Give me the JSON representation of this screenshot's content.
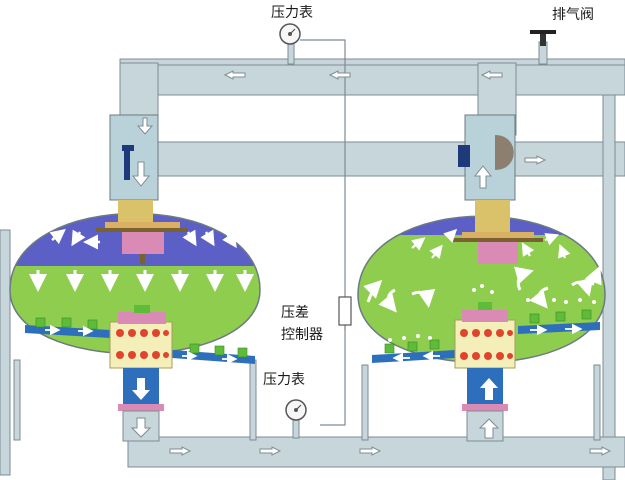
{
  "labels": {
    "pressure_gauge_top": "压力表",
    "exhaust_valve": "排气阀",
    "pressure_diff_controller": "压差\n控制器",
    "pressure_gauge_bottom": "压力表"
  },
  "colors": {
    "pipe": "#c7d6db",
    "pipe_line": "#7d8c93",
    "tank_blue": "#5c5fc6",
    "tank_green": "#8ecd4e",
    "tank_outline": "#6c7a82",
    "distributor_blue": "#2e6fbd",
    "nozzle_green": "#5fbb3a",
    "hub_cream": "#f4efb9",
    "hub_dots": "#e0442d",
    "flange_pink": "#d98bb5",
    "flange_tan": "#d9b064",
    "arrow": "#ffffff"
  }
}
